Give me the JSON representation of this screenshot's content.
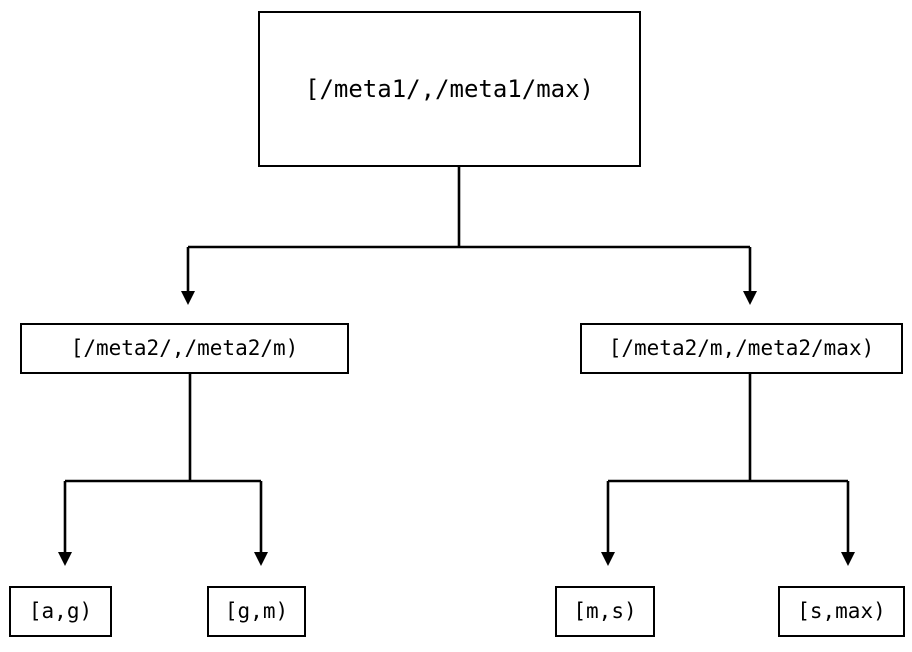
{
  "diagram": {
    "type": "tree",
    "orientation": "top-down",
    "title": "",
    "background_color": "#ffffff",
    "line_color": "#000000",
    "text_color": "#000000",
    "nodes": {
      "root": {
        "id": "root",
        "label": "[/meta1/,/meta1/max)",
        "level": 0
      },
      "level2": [
        {
          "id": "meta2-lower",
          "label": "[/meta2/,/meta2/m)",
          "level": 1
        },
        {
          "id": "meta2-upper",
          "label": "[/meta2/m,/meta2/max)",
          "level": 1
        }
      ],
      "leaves": [
        {
          "id": "leaf-a-g",
          "label": "[a,g)",
          "level": 2,
          "parent": "meta2-lower"
        },
        {
          "id": "leaf-g-m",
          "label": "[g,m)",
          "level": 2,
          "parent": "meta2-lower"
        },
        {
          "id": "leaf-m-s",
          "label": "[m,s)",
          "level": 2,
          "parent": "meta2-upper"
        },
        {
          "id": "leaf-s-max",
          "label": "[s,max)",
          "level": 2,
          "parent": "meta2-upper"
        }
      ]
    },
    "edges": [
      {
        "from": "root",
        "to": "meta2-lower",
        "arrow": "filled-triangle"
      },
      {
        "from": "root",
        "to": "meta2-upper",
        "arrow": "filled-triangle"
      },
      {
        "from": "meta2-lower",
        "to": "leaf-a-g",
        "arrow": "filled-triangle"
      },
      {
        "from": "meta2-lower",
        "to": "leaf-g-m",
        "arrow": "filled-triangle"
      },
      {
        "from": "meta2-upper",
        "to": "leaf-m-s",
        "arrow": "filled-triangle"
      },
      {
        "from": "meta2-upper",
        "to": "leaf-s-max",
        "arrow": "filled-triangle"
      }
    ]
  }
}
